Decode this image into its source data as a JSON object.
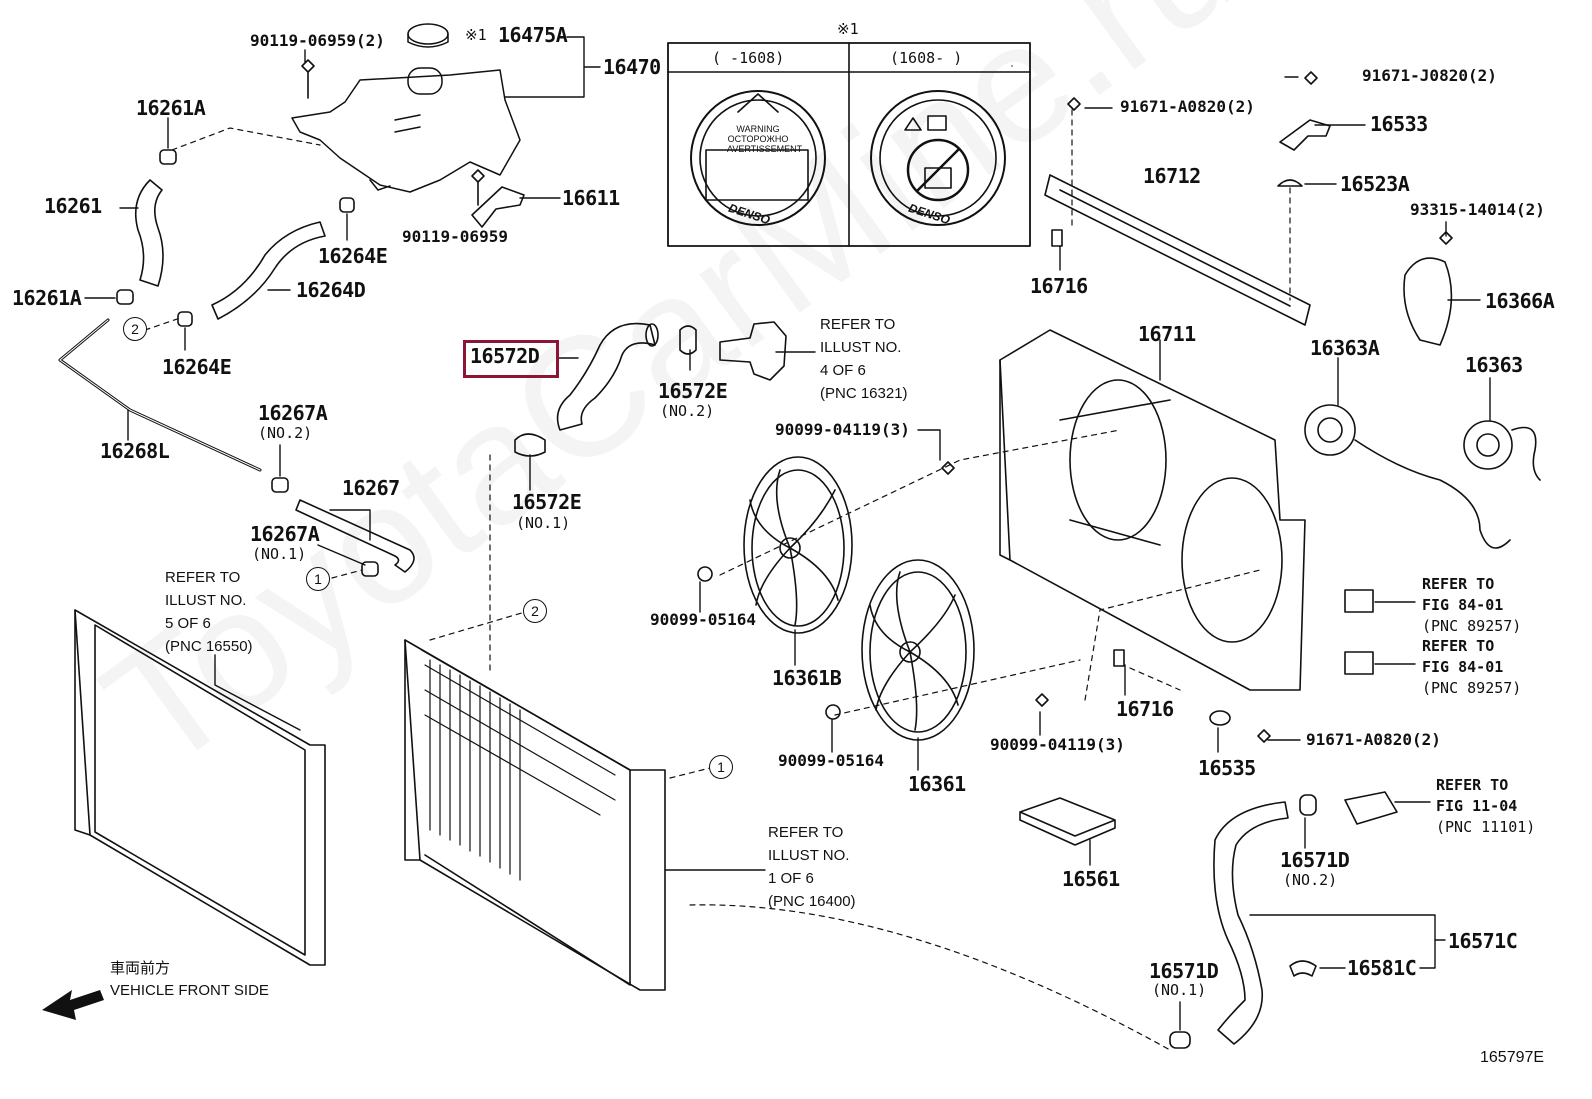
{
  "watermark": "ToyotaCarMine.ru",
  "highlighted_part": "16572D",
  "figure_id": "165797E",
  "front_note": {
    "jp": "車両前方",
    "en": "VEHICLE FRONT SIDE"
  },
  "inset": {
    "mark": "※1",
    "col1": "(    -1608)",
    "col2": "(1608-    )",
    "cap1_text": [
      "WARNING",
      "OCTOPOЖHO",
      "AVERTISSEMENT"
    ],
    "brand": "DENSO"
  },
  "callouts": {
    "one": "1",
    "two": "2"
  },
  "parts": {
    "p16475A": "16475A",
    "p16475A_mark": "※1",
    "p16470": "16470",
    "p90119_06959_2": "90119-06959(2)",
    "p16261A_top": "16261A",
    "p16261": "16261",
    "p16261A_bot": "16261A",
    "p16264E_top": "16264E",
    "p16264D": "16264D",
    "p16264E_bot": "16264E",
    "p16611": "16611",
    "p90119_06959": "90119-06959",
    "p16268L": "16268L",
    "p16267A_top": "16267A",
    "p16267A_top_sub": "(NO.2)",
    "p16267": "16267",
    "p16267A_bot": "16267A",
    "p16267A_bot_sub": "(NO.1)",
    "p16572D": "16572D",
    "p16572E_top": "16572E",
    "p16572E_top_sub": "(NO.2)",
    "p16572E_bot": "16572E",
    "p16572E_bot_sub": "(NO.1)",
    "p90099_04119_3_top": "90099-04119(3)",
    "p90099_05164_left": "90099-05164",
    "p16361B": "16361B",
    "p90099_05164_right": "90099-05164",
    "p16361": "16361",
    "p91671_J0820_2": "91671-J0820(2)",
    "p91671_A0820_2_top": "91671-A0820(2)",
    "p16533": "16533",
    "p16712": "16712",
    "p16523A": "16523A",
    "p93315_14014_2": "93315-14014(2)",
    "p16716_top": "16716",
    "p16711": "16711",
    "p16366A": "16366A",
    "p16363A": "16363A",
    "p16363": "16363",
    "p16716_bot": "16716",
    "p90099_04119_3_bot": "90099-04119(3)",
    "p16535": "16535",
    "p91671_A0820_2_bot": "91671-A0820(2)",
    "p16561": "16561",
    "p16571D_top": "16571D",
    "p16571D_top_sub": "(NO.2)",
    "p16571C": "16571C",
    "p16581C": "16581C",
    "p16571D_bot": "16571D",
    "p16571D_bot_sub": "(NO.1)"
  },
  "notes": {
    "refer_16321": [
      "REFER TO",
      "ILLUST NO.",
      "4 OF 6",
      "(PNC 16321)"
    ],
    "refer_16550": [
      "REFER TO",
      "ILLUST NO.",
      "5 OF 6",
      "(PNC 16550)"
    ],
    "refer_16400": [
      "REFER TO",
      "ILLUST NO.",
      "1 OF 6",
      "(PNC 16400)"
    ],
    "refer_89257_a": [
      "REFER TO",
      "FIG 84-01",
      "(PNC 89257)"
    ],
    "refer_89257_b": [
      "REFER TO",
      "FIG 84-01",
      "(PNC 89257)"
    ],
    "refer_11101": [
      "REFER TO",
      "FIG 11-04",
      "(PNC 11101)"
    ]
  }
}
